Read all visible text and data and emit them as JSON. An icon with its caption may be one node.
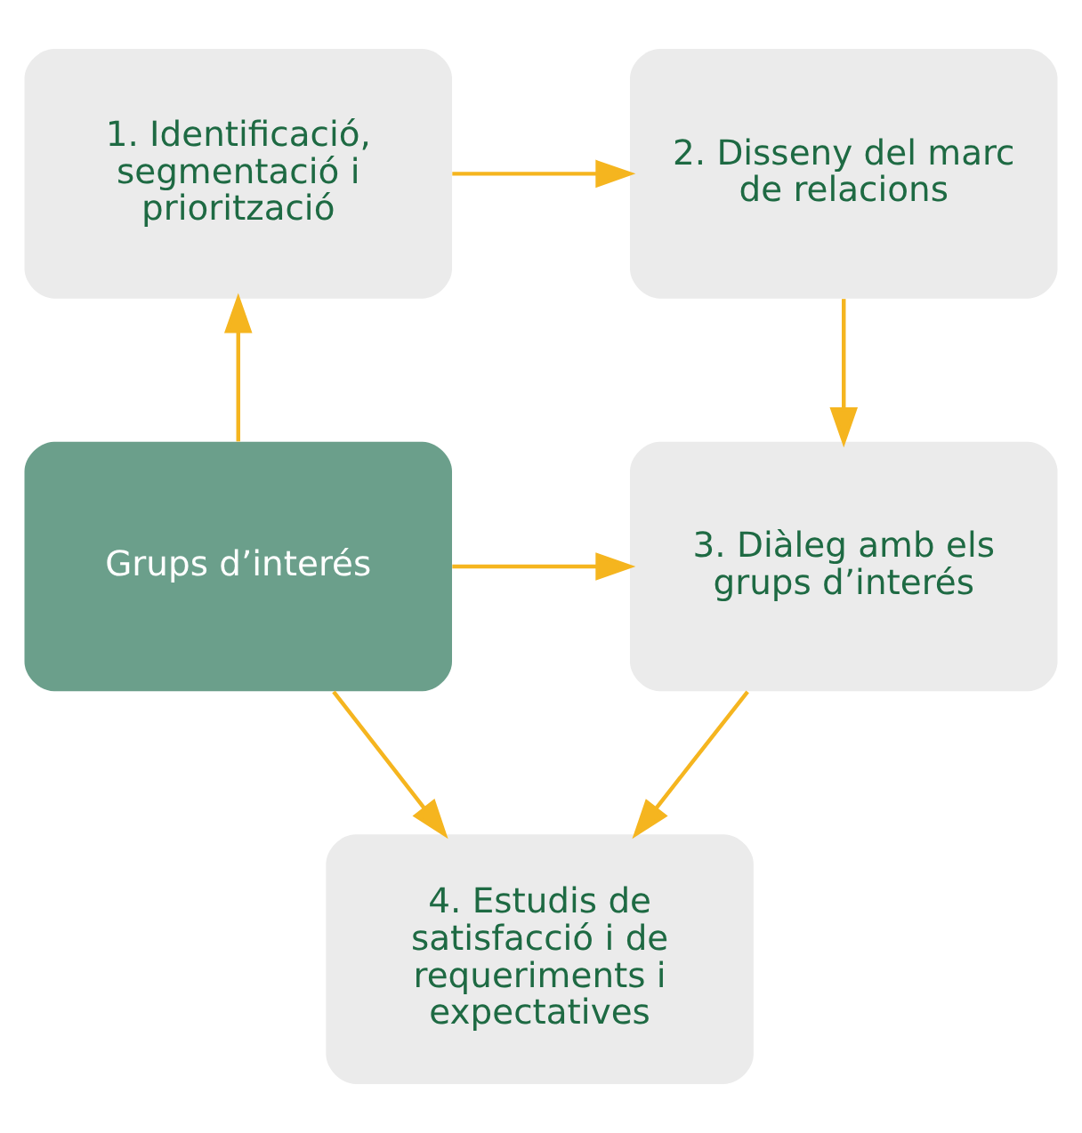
{
  "diagram": {
    "nodes": [
      {
        "text": [
          "1. Identificació, segmentació i priorització"
        ]
      },
      {
        "text": [
          "2. Disseny del marc de relacions"
        ]
      },
      {
        "text": [
          "Grups d’interés"
        ]
      },
      {
        "text": [
          "3. Diàleg amb els grups d’interés"
        ]
      },
      {
        "text": [
          "4. Estudis de satisfacció i de requeriments i expectatives"
        ]
      }
    ],
    "edges": [
      {
        "from": 2,
        "to": 0,
        "arrow": "to"
      },
      {
        "from": 0,
        "to": 1,
        "arrow": "to"
      },
      {
        "from": 1,
        "to": 3,
        "arrow": "to"
      },
      {
        "from": 2,
        "to": 3,
        "arrow": "to"
      },
      {
        "from": 3,
        "to": 4,
        "arrow": "to"
      },
      {
        "from": 2,
        "to": 4,
        "arrow": "to"
      }
    ]
  }
}
